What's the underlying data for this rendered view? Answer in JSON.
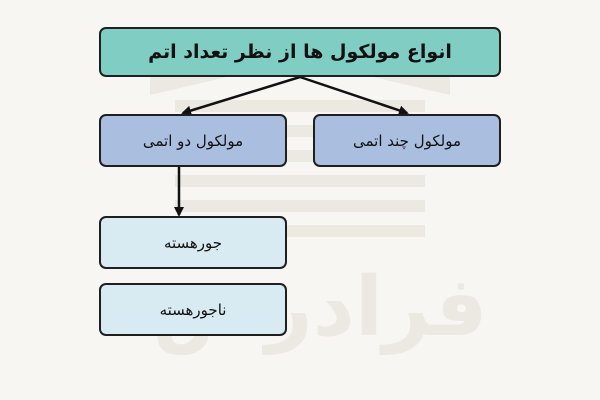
{
  "diagram": {
    "root": {
      "label": "انواع مولکول ها از نظر تعداد اتم"
    },
    "children": [
      {
        "label": "مولکول دو اتمی",
        "children": [
          {
            "label": "جورهسته"
          },
          {
            "label": "ناجورهسته"
          }
        ]
      },
      {
        "label": "مولکول چند اتمی"
      }
    ]
  },
  "colors": {
    "background": "#f8f6f2",
    "root_fill": "#7fcdc3",
    "level1_fill": "#aabfe0",
    "level2_fill": "#d9ebf2",
    "border": "#1f1f1f",
    "watermark": "#ebe8e2"
  },
  "watermark": {
    "text": "فرادرس"
  }
}
